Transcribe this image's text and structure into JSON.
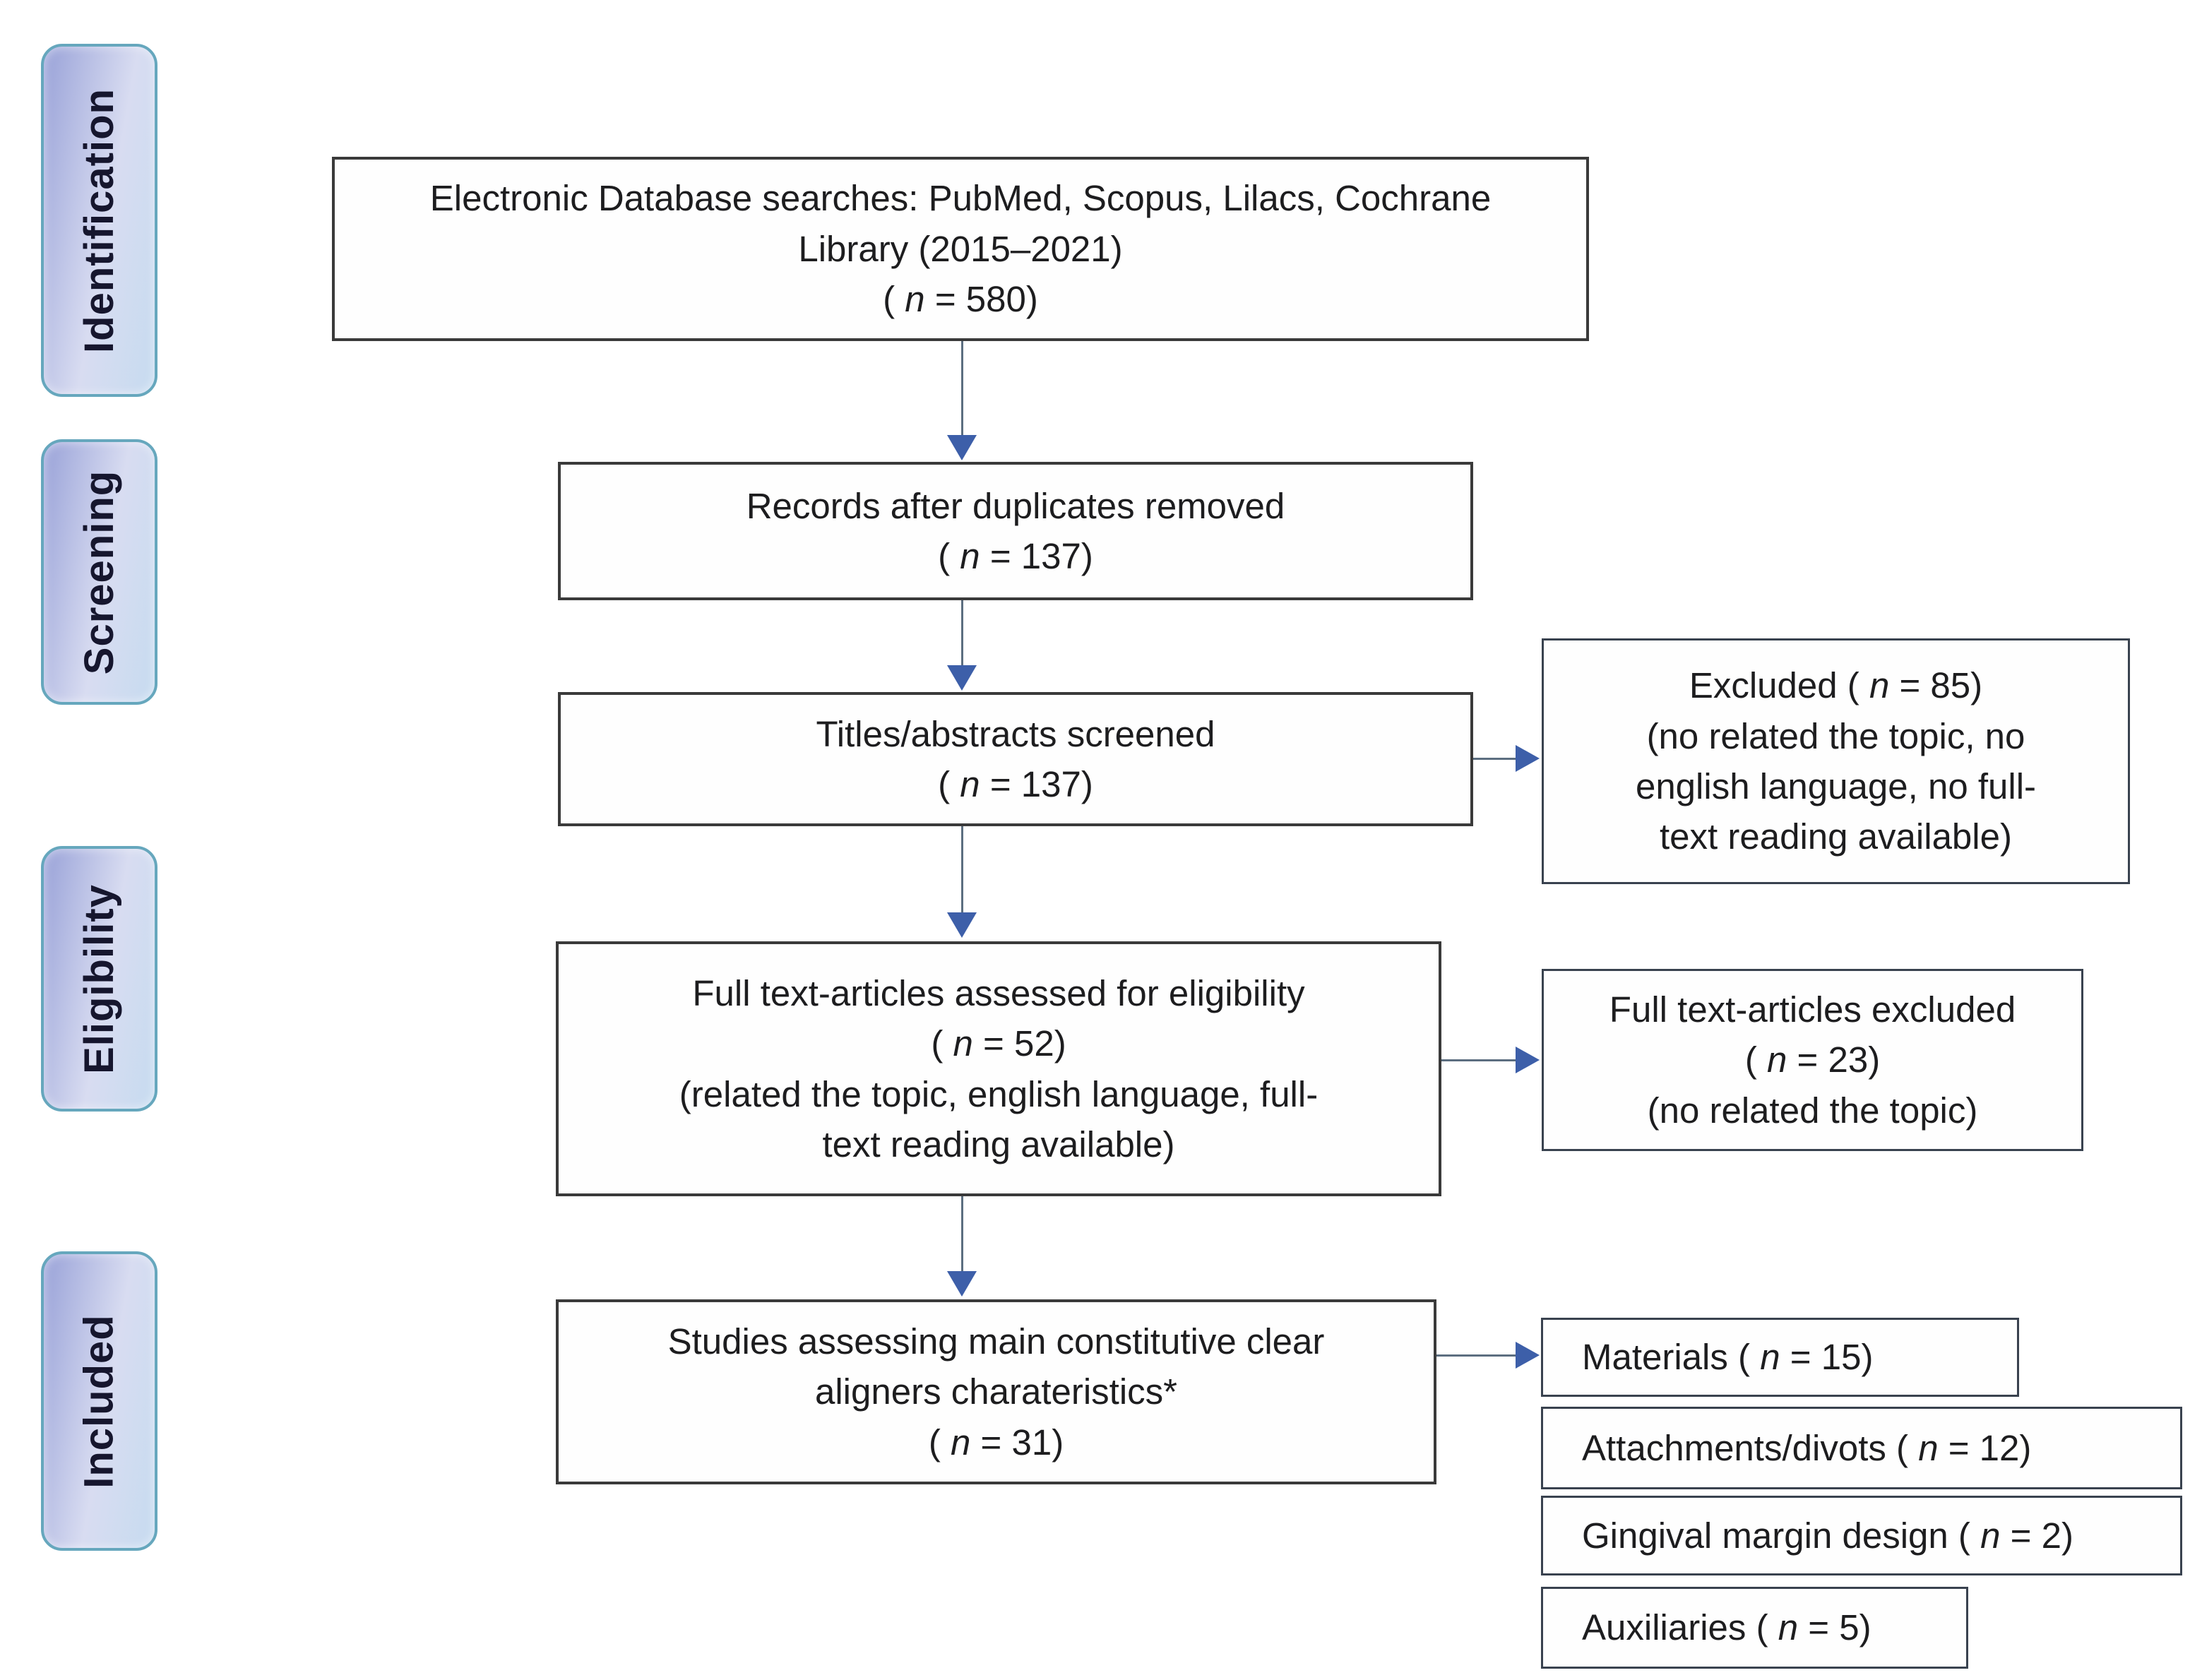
{
  "stages": [
    {
      "id": "identification",
      "label": "Identification"
    },
    {
      "id": "screening",
      "label": "Screening"
    },
    {
      "id": "eligibility",
      "label": "Eligibility"
    },
    {
      "id": "included",
      "label": "Included"
    }
  ],
  "boxes": {
    "search": {
      "lines": [
        "Electronic Database searches: PubMed, Scopus, Lilacs, Cochrane",
        "Library (2015–2021)",
        "( *n* = 580)"
      ]
    },
    "duplicates_removed": {
      "lines": [
        "Records after duplicates removed",
        "( *n* = 137)"
      ]
    },
    "titles_screened": {
      "lines": [
        "Titles/abstracts screened",
        "( *n* = 137)"
      ]
    },
    "excluded": {
      "lines": [
        "Excluded ( *n* = 85)",
        "(no related the topic, no",
        "english language, no full-",
        "text reading available)"
      ]
    },
    "fulltext_assessed": {
      "lines": [
        "Full text-articles assessed for eligibility",
        "( *n* = 52)",
        "(related the topic, english language, full-",
        "text reading available)"
      ]
    },
    "fulltext_excluded": {
      "lines": [
        "Full text-articles excluded",
        "( *n* = 23)",
        "(no related the topic)"
      ]
    },
    "included_studies": {
      "lines": [
        "Studies assessing main constitutive clear",
        "aligners charateristics*",
        "( *n* = 31)"
      ]
    },
    "materials": {
      "lines": [
        "Materials ( *n* = 15)"
      ]
    },
    "attachments": {
      "lines": [
        "Attachments/divots ( *n* = 12)"
      ]
    },
    "gingival": {
      "lines": [
        "Gingival margin design ( *n* = 2)"
      ]
    },
    "auxiliaries": {
      "lines": [
        "Auxiliaries ( *n* = 5)"
      ]
    }
  },
  "colors": {
    "arrow_line": "#5c6e80",
    "arrow_head": "#3d5fa9",
    "box_border": "#3a3a3a",
    "label_border": "#66a7bd",
    "label_text": "#16162e",
    "label_grad_start": "#99a2d8",
    "label_grad_mid": "#d8dcf1",
    "label_grad_end": "#c6dbf0"
  }
}
